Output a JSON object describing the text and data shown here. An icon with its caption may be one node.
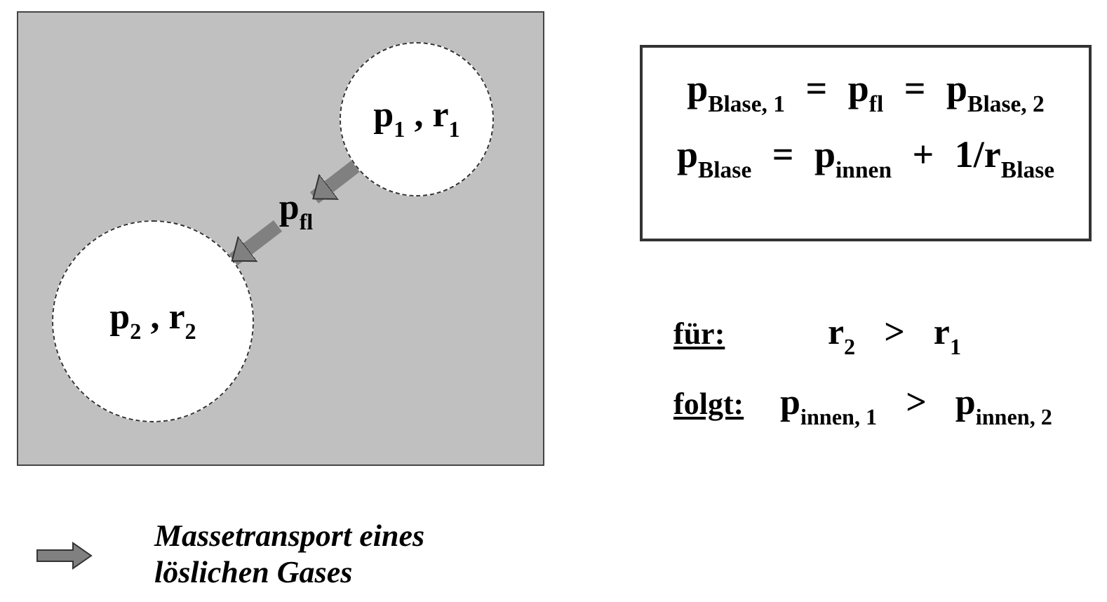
{
  "diagram": {
    "nodes": [
      {
        "text": [],
        "shape": "box"
      },
      {
        "text": [
          "p$_{1}$ , r$_{1}$"
        ],
        "in": 0
      },
      {
        "text": [
          "p$_{fl}$"
        ],
        "in": 0
      },
      {
        "text": [
          "p$_{2}$ , r$_{2}$"
        ],
        "in": 0
      },
      {
        "text": [
          "p$_{Blase, 1}$ = p$_{fl}$ = p$_{Blase, 2}$",
          "p$_{Blase}$ = p$_{innen}$ + 1/r$_{Blase}$"
        ]
      }
    ],
    "edges": [
      {
        "from": 1,
        "to": 2,
        "arrow": "to"
      },
      {
        "from": 2,
        "to": 3,
        "arrow": "to"
      }
    ],
    "labels": [
      "für:",
      "r$_{2}$ > r$_{1}$",
      "folgt:",
      "p$_{innen, 1}$ > p$_{innen, 2}$"
    ],
    "legend": [
      {
        "text": "Massetransport eines löslichen Gases"
      }
    ]
  }
}
